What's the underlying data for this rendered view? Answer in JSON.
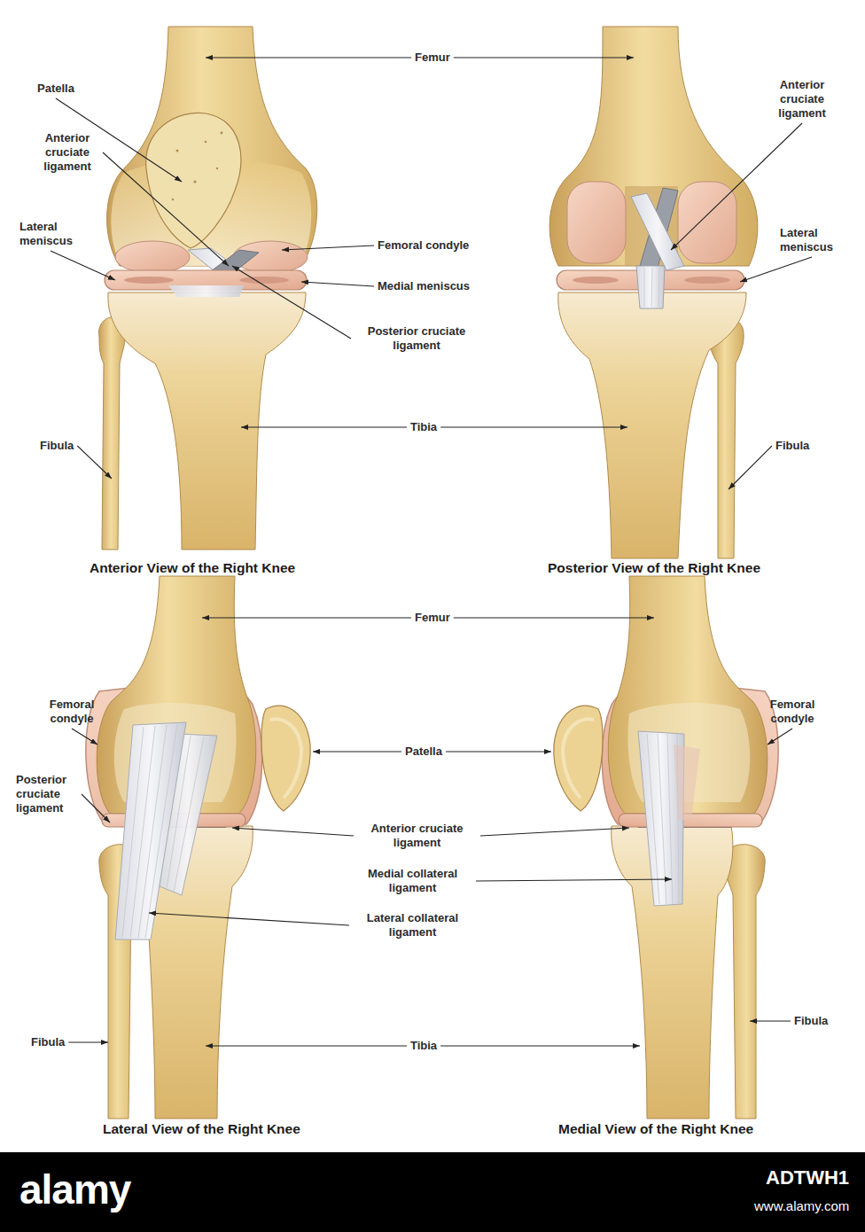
{
  "diagram": {
    "labels": [
      "Femur",
      "Patella",
      "Anterior cruciate ligament",
      "Lateral meniscus",
      "Femoral condyle",
      "Medial meniscus",
      "Posterior cruciate ligament",
      "Tibia",
      "Fibula",
      "Anterior View of the Right Knee",
      "Anterior cruciate ligament",
      "Lateral meniscus",
      "Fibula",
      "Posterior View of the Right Knee",
      "Femur",
      "Femoral condyle",
      "Patella",
      "Femoral condyle",
      "Posterior cruciate ligament",
      "Anterior cruciate ligament",
      "Medial collateral ligament",
      "Lateral collateral ligament",
      "Fibula",
      "Tibia",
      "Fibula",
      "Lateral View of the Right Knee",
      "Medial View of the Right Knee",
      "alamy",
      "ADTWH1",
      "www.alamy.com"
    ]
  }
}
